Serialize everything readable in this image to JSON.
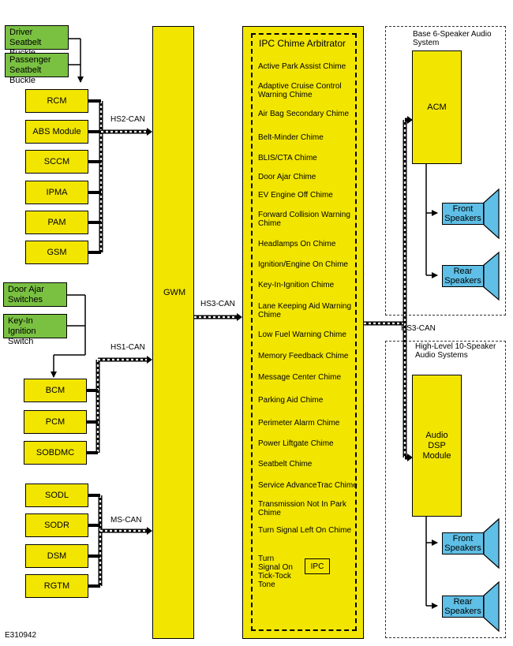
{
  "inputs": {
    "driver_seatbelt": "Driver Seatbelt Buckle",
    "passenger_seatbelt": "Passenger Seatbelt Buckle",
    "door_ajar": "Door Ajar Switches",
    "key_in": "Key-In Ignition Switch"
  },
  "hs2_modules": [
    "RCM",
    "ABS Module",
    "SCCM",
    "IPMA",
    "PAM",
    "GSM"
  ],
  "hs1_modules": [
    "BCM",
    "PCM",
    "SOBDMC"
  ],
  "ms_modules": [
    "SODL",
    "SODR",
    "DSM",
    "RGTM"
  ],
  "bus_labels": {
    "hs2": "HS2-CAN",
    "hs1": "HS1-CAN",
    "ms": "MS-CAN",
    "hs3_left": "HS3-CAN",
    "hs3_right": "HS3-CAN"
  },
  "gateway": "GWM",
  "ipc": {
    "title": "IPC Chime Arbitrator",
    "chimes": [
      "Active Park Assist Chime",
      "Adaptive  Cruise Control Warning Chime",
      "Air Bag Secondary Chime",
      "Belt-Minder Chime",
      "BLIS/CTA Chime",
      "Door Ajar Chime",
      "EV Engine Off Chime",
      "Forward Collision Warning Chime",
      "Headlamps On Chime",
      "Ignition/Engine On Chime",
      "Key-In-Ignition Chime",
      "Lane Keeping Aid Warning Chime",
      "Low Fuel Warning Chime",
      "Memory Feedback Chime",
      "Message Center Chime",
      "Parking Aid Chime",
      "Perimeter Alarm Chime",
      "Power Liftgate Chime",
      "Seatbelt Chime",
      "Service AdvanceTrac  Chime",
      "Transmission Not In  Park Chime",
      "Turn Signal Left  On Chime"
    ],
    "turn_signal_tone": "Turn Signal On Tick-Tock Tone",
    "speaker_label": "IPC"
  },
  "audio_base": {
    "title": "Base 6-Speaker Audio System",
    "module": "ACM",
    "front": "Front Speakers",
    "rear": "Rear Speakers"
  },
  "audio_high": {
    "title": "High-Level 10-Speaker Audio Systems",
    "module": "Audio DSP Module",
    "front": "Front Speakers",
    "rear": "Rear Speakers"
  },
  "figure_id": "E310942",
  "colors": {
    "module": "#f2e600",
    "input": "#7ac142",
    "speaker": "#5fbfe6"
  }
}
